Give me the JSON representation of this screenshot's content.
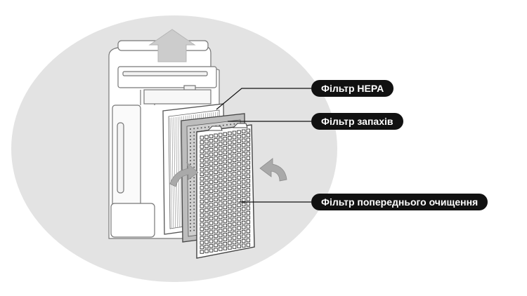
{
  "labels": {
    "hepa": "Фільтр HEPA",
    "odor": "Фільтр запахів",
    "prefilter": "Фільтр попереднього очищення"
  },
  "colors": {
    "background_ellipse": "#e3e3e3",
    "label_bg": "#111111",
    "label_text": "#ffffff",
    "outline": "#555555",
    "arrow": "#a9a9a9"
  },
  "icons": {
    "airflow_out": "arrow-up-icon",
    "airflow_in_left": "curved-arrow-icon",
    "airflow_in_right": "curved-arrow-icon"
  }
}
